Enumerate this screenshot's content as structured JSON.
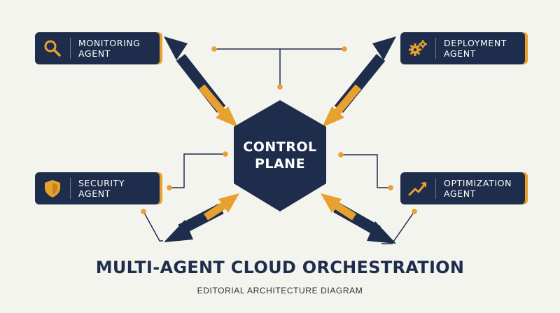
{
  "colors": {
    "navy": "#1f2d4c",
    "accent": "#e8a12e",
    "background": "#f4f4ef",
    "line": "#1f2d4c"
  },
  "control_plane": {
    "label": "CONTROL PLANE"
  },
  "agents": [
    {
      "label": "MONITORING AGENT",
      "icon": "magnifier-icon"
    },
    {
      "label": "DEPLOYMENT AGENT",
      "icon": "gears-icon"
    },
    {
      "label": "SECURITY AGENT",
      "icon": "shield-icon"
    },
    {
      "label": "OPTIMIZATION AGENT",
      "icon": "trend-up-icon"
    }
  ],
  "title": "MULTI-AGENT CLOUD ORCHESTRATION",
  "subtitle": "EDITORIAL ARCHITECTURE DIAGRAM"
}
